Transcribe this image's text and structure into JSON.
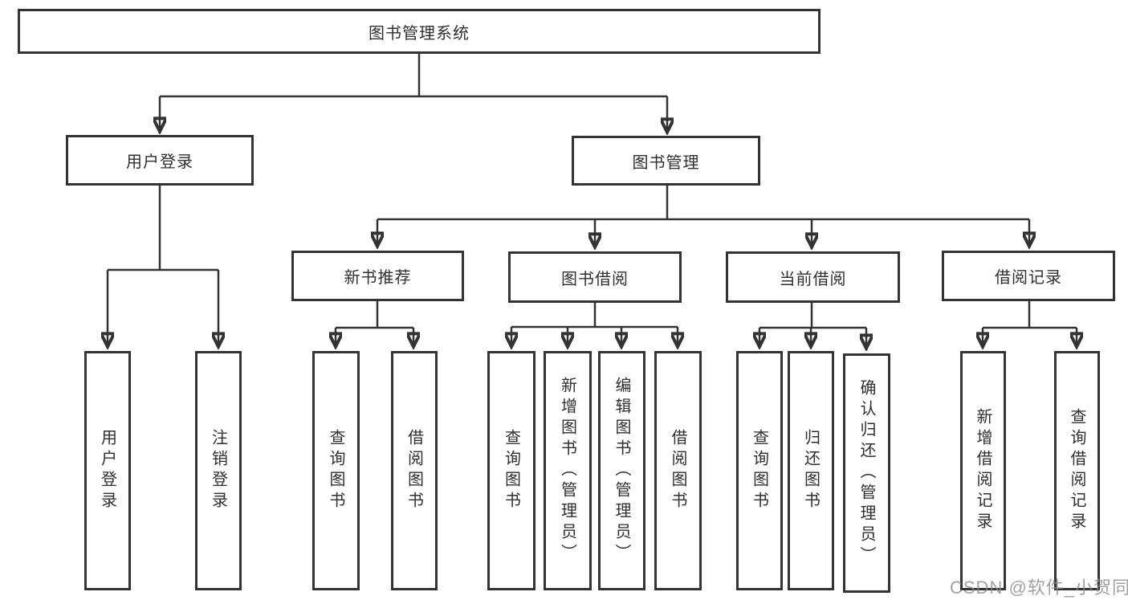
{
  "diagram": {
    "type": "hierarchy-chart",
    "title": "图书管理系统",
    "watermark": "CSDN @软件_小贺同学",
    "colors": {
      "line": "#333333",
      "box_border": "#333333",
      "text": "#2f2f2f",
      "background": "#ffffff",
      "watermark": "#8a8a8f"
    },
    "tree": {
      "label": "图书管理系统",
      "children": [
        {
          "label": "用户登录",
          "children": [
            {
              "label": "用户登录"
            },
            {
              "label": "注销登录"
            }
          ]
        },
        {
          "label": "图书管理",
          "children": [
            {
              "label": "新书推荐",
              "children": [
                {
                  "label": "查询图书"
                },
                {
                  "label": "借阅图书"
                }
              ]
            },
            {
              "label": "图书借阅",
              "children": [
                {
                  "label": "查询图书"
                },
                {
                  "label": "新增图书（管理员）"
                },
                {
                  "label": "编辑图书（管理员）"
                },
                {
                  "label": "借阅图书"
                }
              ]
            },
            {
              "label": "当前借阅",
              "children": [
                {
                  "label": "查询图书"
                },
                {
                  "label": "归还图书"
                },
                {
                  "label": "确认归还（管理员）"
                }
              ]
            },
            {
              "label": "借阅记录",
              "children": [
                {
                  "label": "新增借阅记录"
                },
                {
                  "label": "查询借阅记录"
                }
              ]
            }
          ]
        }
      ]
    }
  }
}
